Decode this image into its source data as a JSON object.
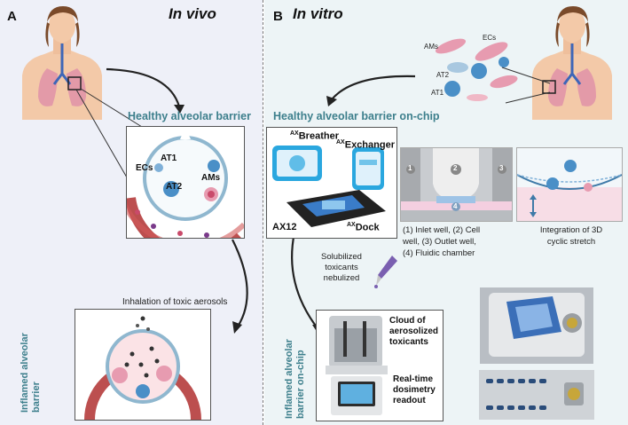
{
  "panel_a": {
    "letter": "A",
    "title": "In vivo",
    "healthy_title": "Healthy alveolar barrier",
    "labels": {
      "ecs": "ECs",
      "at1": "AT1",
      "at2": "AT2",
      "ams": "AMs"
    },
    "inhalation_text": "Inhalation of toxic aerosols",
    "inflamed_label_line1": "Inflamed alveolar",
    "inflamed_label_line2": "barrier"
  },
  "panel_b": {
    "letter": "B",
    "title": "In vitro",
    "cell_labels": {
      "ams": "AMs",
      "ecs": "ECs",
      "at2": "AT2",
      "at1": "AT1"
    },
    "on_chip_title": "Healthy alveolar barrier on-chip",
    "devices": {
      "breather_sup": "AX",
      "breather": "Breather",
      "exchanger_sup": "AX",
      "exchanger": "Exchanger",
      "ax12": "AX12",
      "dock_sup": "AX",
      "dock": "Dock"
    },
    "well_numbers": [
      "1",
      "2",
      "3",
      "4"
    ],
    "wells_caption": [
      "(1) Inlet well, (2) Cell",
      "well, (3) Outlet well,",
      "(4) Fluidic chamber"
    ],
    "stretch_caption": [
      "Integration of 3D",
      "cyclic stretch"
    ],
    "nebulized_caption": [
      "Solubilized",
      "toxicants",
      "nebulized"
    ],
    "cloud_caption": [
      "Cloud of",
      "aerosolized",
      "toxicants"
    ],
    "dosimetry_caption": [
      "Real-time",
      "dosimetry",
      "readout"
    ],
    "inflamed_label_line1": "Inflamed alveolar",
    "inflamed_label_line2": "barrier on-chip"
  },
  "colors": {
    "teal": "#3d7f8c",
    "panel_a_bg": "#eef0f8",
    "panel_b_bg": "#edf4f6",
    "vessel_red": "#c0392b",
    "cell_blue": "#4a8fc7",
    "cell_pink": "#e79bb0",
    "device_blue": "#2aa7df"
  }
}
